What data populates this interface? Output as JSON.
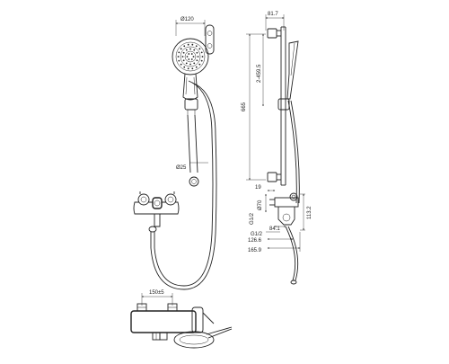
{
  "drawing": {
    "labels": {
      "head_diameter": "Ø120",
      "rail_diameter": "Ø25",
      "wall_gap": "81.7",
      "slide_range": "2-459.5",
      "rail_length": "665",
      "offset_19": "19",
      "outlet_diameter": "Ø70",
      "thread_top": "G1/2",
      "thread_bottom": "G1/2",
      "angle": "84.1",
      "depth_126": "126.6",
      "depth_165": "165.9",
      "height_113": "113.2",
      "centers": "150±5"
    },
    "colors": {
      "line": "#222222",
      "background": "#ffffff"
    }
  }
}
